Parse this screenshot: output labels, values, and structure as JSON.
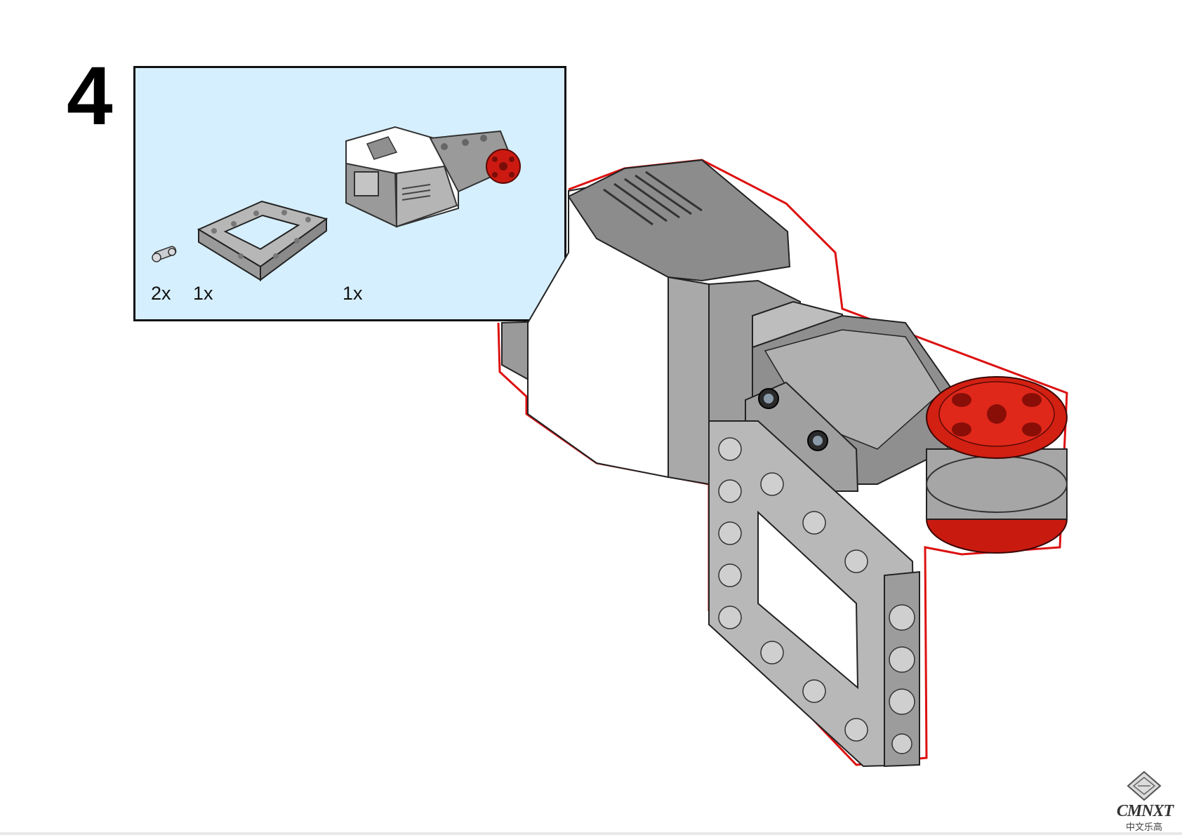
{
  "step": {
    "number": "4"
  },
  "parts": [
    {
      "qty": "2x",
      "icon": "axle-pin-icon"
    },
    {
      "qty": "1x",
      "icon": "open-frame-icon"
    },
    {
      "qty": "1x",
      "icon": "medium-motor-icon"
    }
  ],
  "colors": {
    "callout_bg": "#d6efff",
    "light_gray": "#b5b5b5",
    "dark_gray": "#8c8c8c",
    "white_part": "#ffffff",
    "red_hub": "#cc1a12"
  },
  "logo": {
    "name": "CMNXT",
    "subtitle": "中文乐高"
  }
}
